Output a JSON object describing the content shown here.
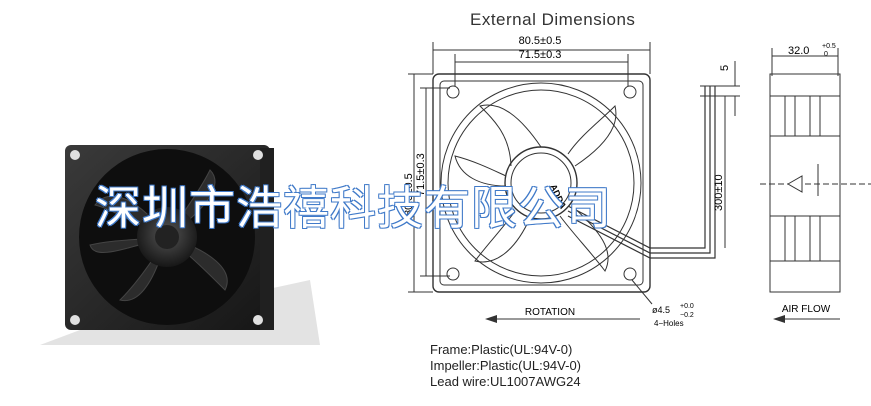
{
  "title": "External Dimensions",
  "dimensions": {
    "overall_width": "80.5±0.5",
    "hole_spacing": "71.5±0.3",
    "overall_height": "80.5±0.5",
    "hole_spacing_vertical": "71.5±0.3",
    "wire_offset": "5",
    "lead_length": "300±10",
    "depth": "32.0",
    "depth_tol_upper": "+0.5",
    "depth_tol_lower": "0",
    "hole_dia": "ø4.5",
    "hole_tol_upper": "+0.0",
    "hole_tol_lower": "−0.2",
    "hole_count": "4−Holes"
  },
  "labels": {
    "rotation": "ROTATION",
    "air_flow": "AIR  FLOW",
    "brand": "ADDA"
  },
  "specs": {
    "frame": "Frame:Plastic(UL:94V-0)",
    "impeller": "Impeller:Plastic(UL:94V-0)",
    "lead_wire": "Lead wire:UL1007AWG24"
  },
  "watermark": "深圳市浩禧科技有限公司"
}
